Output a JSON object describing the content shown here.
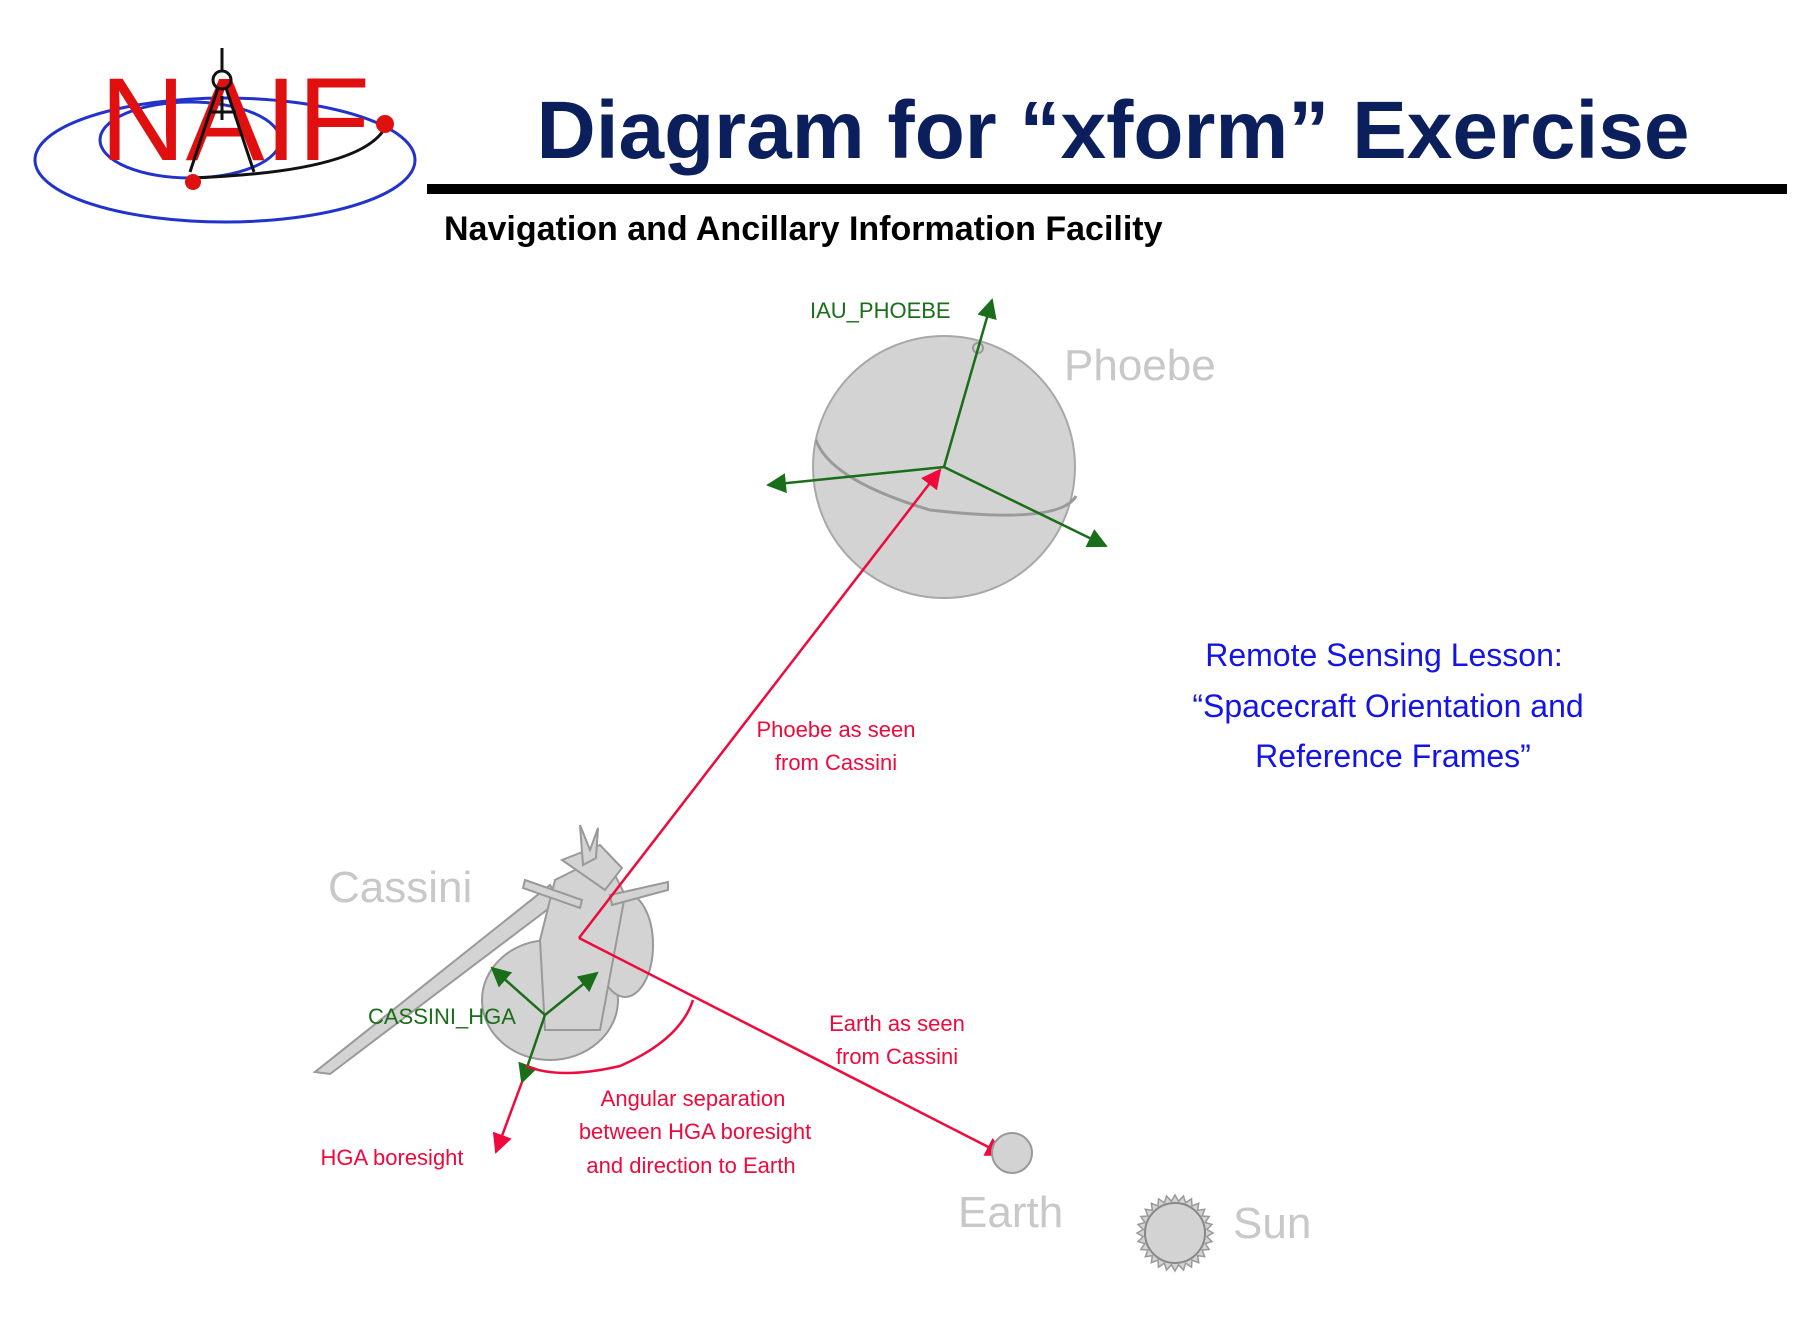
{
  "header": {
    "title": "Diagram for “xform” Exercise",
    "subtitle": "Navigation and Ancillary Information Facility",
    "logo_text": "NAIF"
  },
  "bodies": {
    "phoebe": "Phoebe",
    "cassini": "Cassini",
    "earth": "Earth",
    "sun": "Sun"
  },
  "frames": {
    "iau_phoebe": "IAU_PHOEBE",
    "cassini_hga": "CASSINI_HGA"
  },
  "vectors": {
    "phoebe_line1": "Phoebe as seen",
    "phoebe_line2": "from Cassini",
    "earth_line1": "Earth as seen",
    "earth_line2": "from Cassini",
    "angle_line1": "Angular separation",
    "angle_line2": "between HGA boresight",
    "angle_line3": "and direction to Earth",
    "hga_boresight": "HGA boresight"
  },
  "lesson": {
    "line1": "Remote Sensing Lesson:",
    "line2": "“Spacecraft Orientation and",
    "line3": "Reference Frames”"
  },
  "colors": {
    "title": "#0b1f5c",
    "frame_green": "#1a6e1a",
    "vector_red": "#ee0a3c",
    "lesson_blue": "#1414e6",
    "body_gray": "#d3d3d3",
    "label_gray": "#c8c8c8"
  }
}
